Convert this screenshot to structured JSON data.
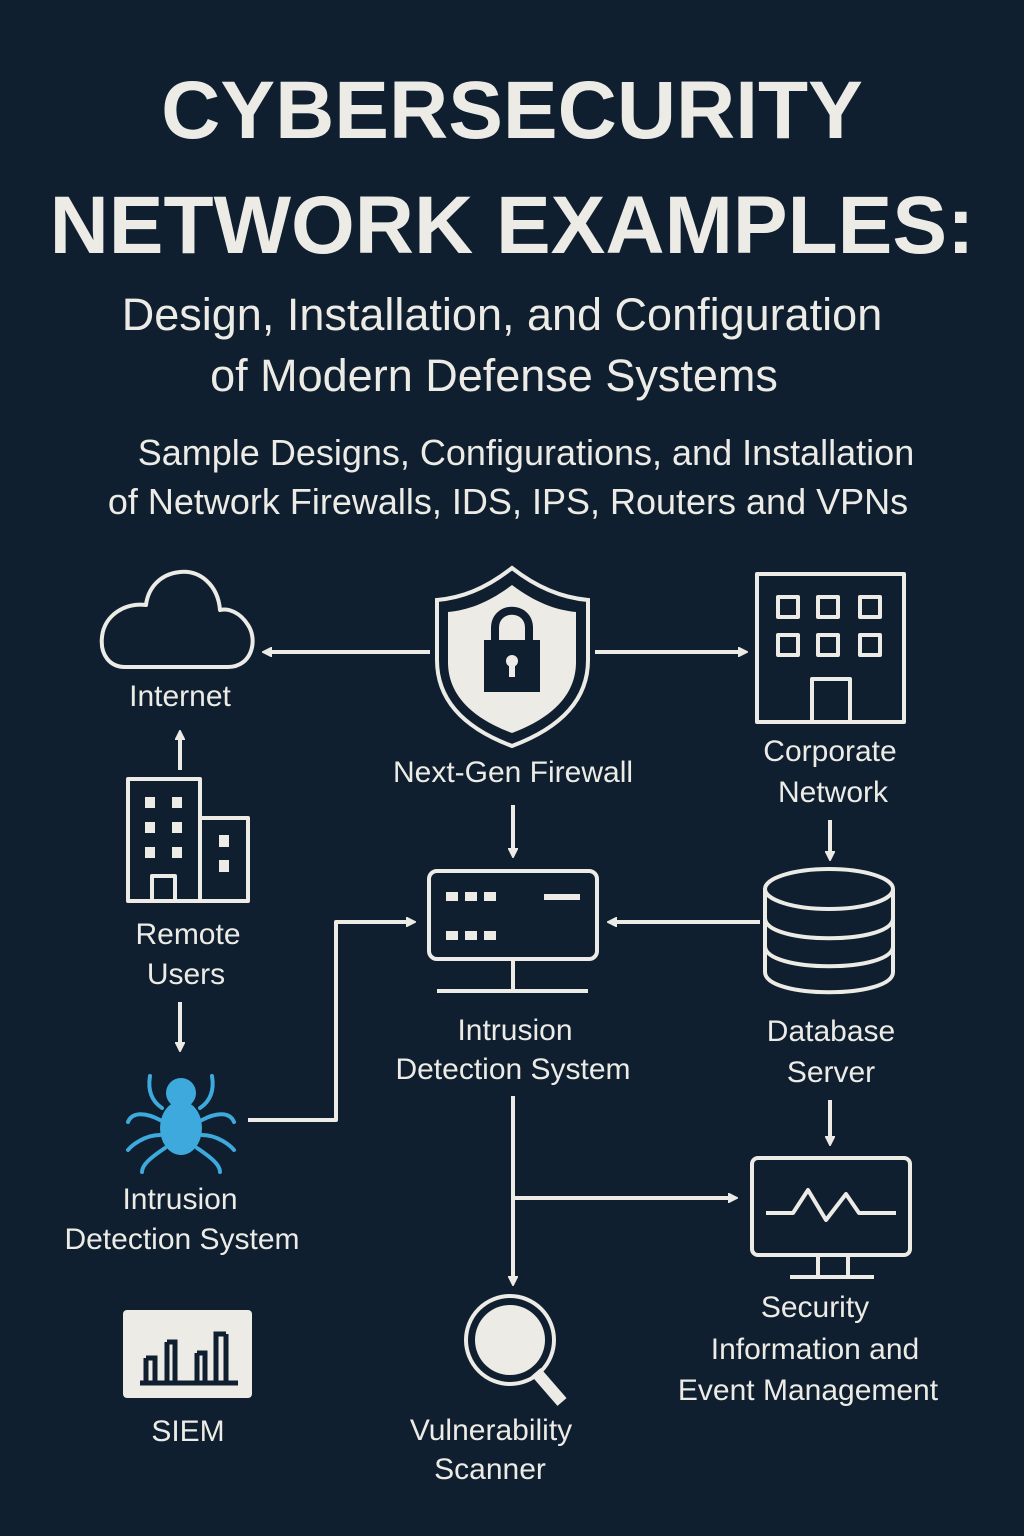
{
  "title": {
    "line1": "CYBERSECURITY",
    "line2": "NETWORK EXAMPLES:"
  },
  "subtitle": {
    "line1": "Design, Installation, and Configuration",
    "line2": "of Modern Defense Systems"
  },
  "tagline": {
    "line1": "Sample Designs, Configurations, and Installation",
    "line2": "of Network Firewalls, IDS, IPS, Routers and VPNs"
  },
  "nodes": {
    "internet": {
      "label": "Internet",
      "icon": "cloud-icon"
    },
    "firewall": {
      "label": "Next-Gen Firewall",
      "icon": "shield-lock-icon"
    },
    "corporate": {
      "line1": "Corporate",
      "line2": "Network",
      "icon": "building-icon"
    },
    "remote": {
      "line1": "Remote",
      "line2": "Users",
      "icon": "office-buildings-icon"
    },
    "ids_center": {
      "line1": "Intrusion",
      "line2": "Detection System",
      "icon": "monitor-icon"
    },
    "database": {
      "line1": "Database",
      "line2": "Server",
      "icon": "database-icon"
    },
    "ids_left": {
      "line1": "Intrusion",
      "line2": "Detection System",
      "icon": "spider-icon"
    },
    "siem_monitor": {
      "line1": "Security",
      "line2": "Information and",
      "line3": "Event Management",
      "icon": "monitor-waveform-icon"
    },
    "siem": {
      "label": "SIEM",
      "icon": "bar-chart-icon"
    },
    "scanner": {
      "line1": "Vulnerability",
      "line2": "Scanner",
      "icon": "magnifier-icon"
    }
  },
  "colors": {
    "background": "#0f1f2f",
    "foreground": "#ecebe6",
    "accent": "#3ea9dc"
  }
}
